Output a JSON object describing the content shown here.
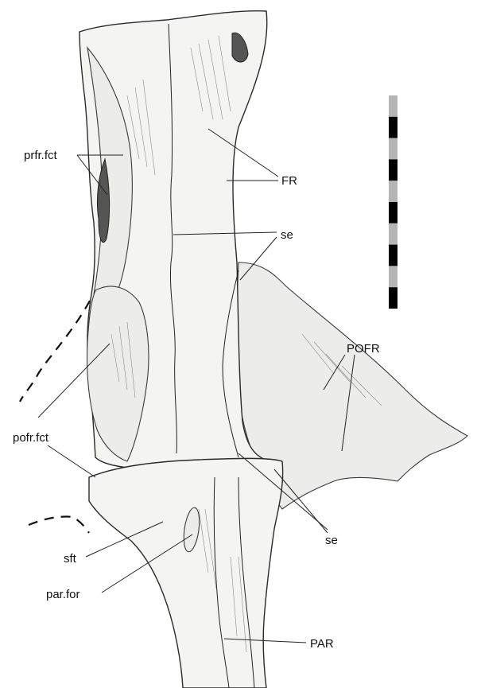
{
  "labels": {
    "prfr_fct": "prfr.fct",
    "FR": "FR",
    "se_upper": "se",
    "POFR": "POFR",
    "pofr_fct": "pofr.fct",
    "se_lower": "se",
    "sft": "sft",
    "par_for": "par.for",
    "PAR": "PAR"
  },
  "scale_bar": {
    "segments": 10,
    "colors": [
      "#b5b5b5",
      "#000000"
    ]
  }
}
